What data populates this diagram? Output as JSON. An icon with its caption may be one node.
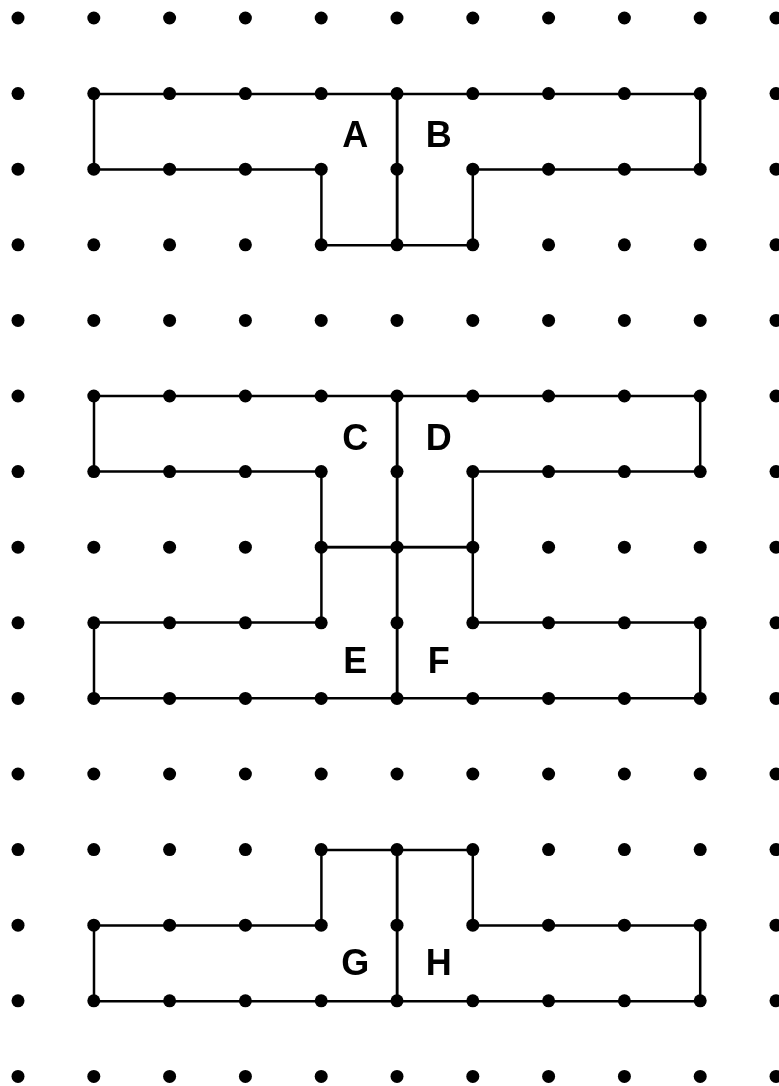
{
  "diagram": {
    "nodes": [
      {
        "text": [
          "A"
        ]
      },
      {
        "text": [
          "B"
        ]
      },
      {
        "text": [
          "C"
        ]
      },
      {
        "text": [
          "D"
        ]
      },
      {
        "text": [
          "E"
        ]
      },
      {
        "text": [
          "F"
        ]
      },
      {
        "text": [
          "G"
        ]
      },
      {
        "text": [
          "H"
        ]
      }
    ]
  }
}
